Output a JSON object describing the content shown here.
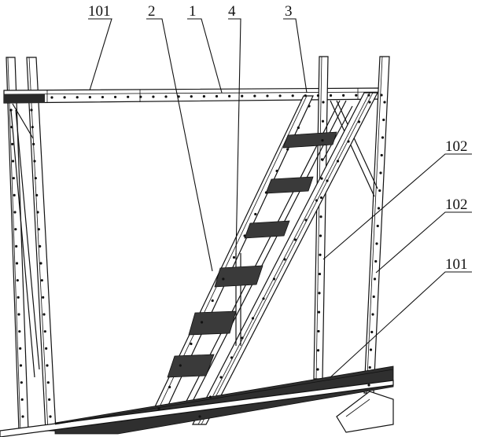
{
  "figure": {
    "labels": [
      {
        "id": "label-101-top",
        "text": "101"
      },
      {
        "id": "label-2",
        "text": "2"
      },
      {
        "id": "label-1",
        "text": "1"
      },
      {
        "id": "label-4",
        "text": "4"
      },
      {
        "id": "label-3",
        "text": "3"
      },
      {
        "id": "label-102-upper",
        "text": "102"
      },
      {
        "id": "label-102-lower",
        "text": "102"
      },
      {
        "id": "label-101-bottom",
        "text": "101"
      }
    ]
  }
}
